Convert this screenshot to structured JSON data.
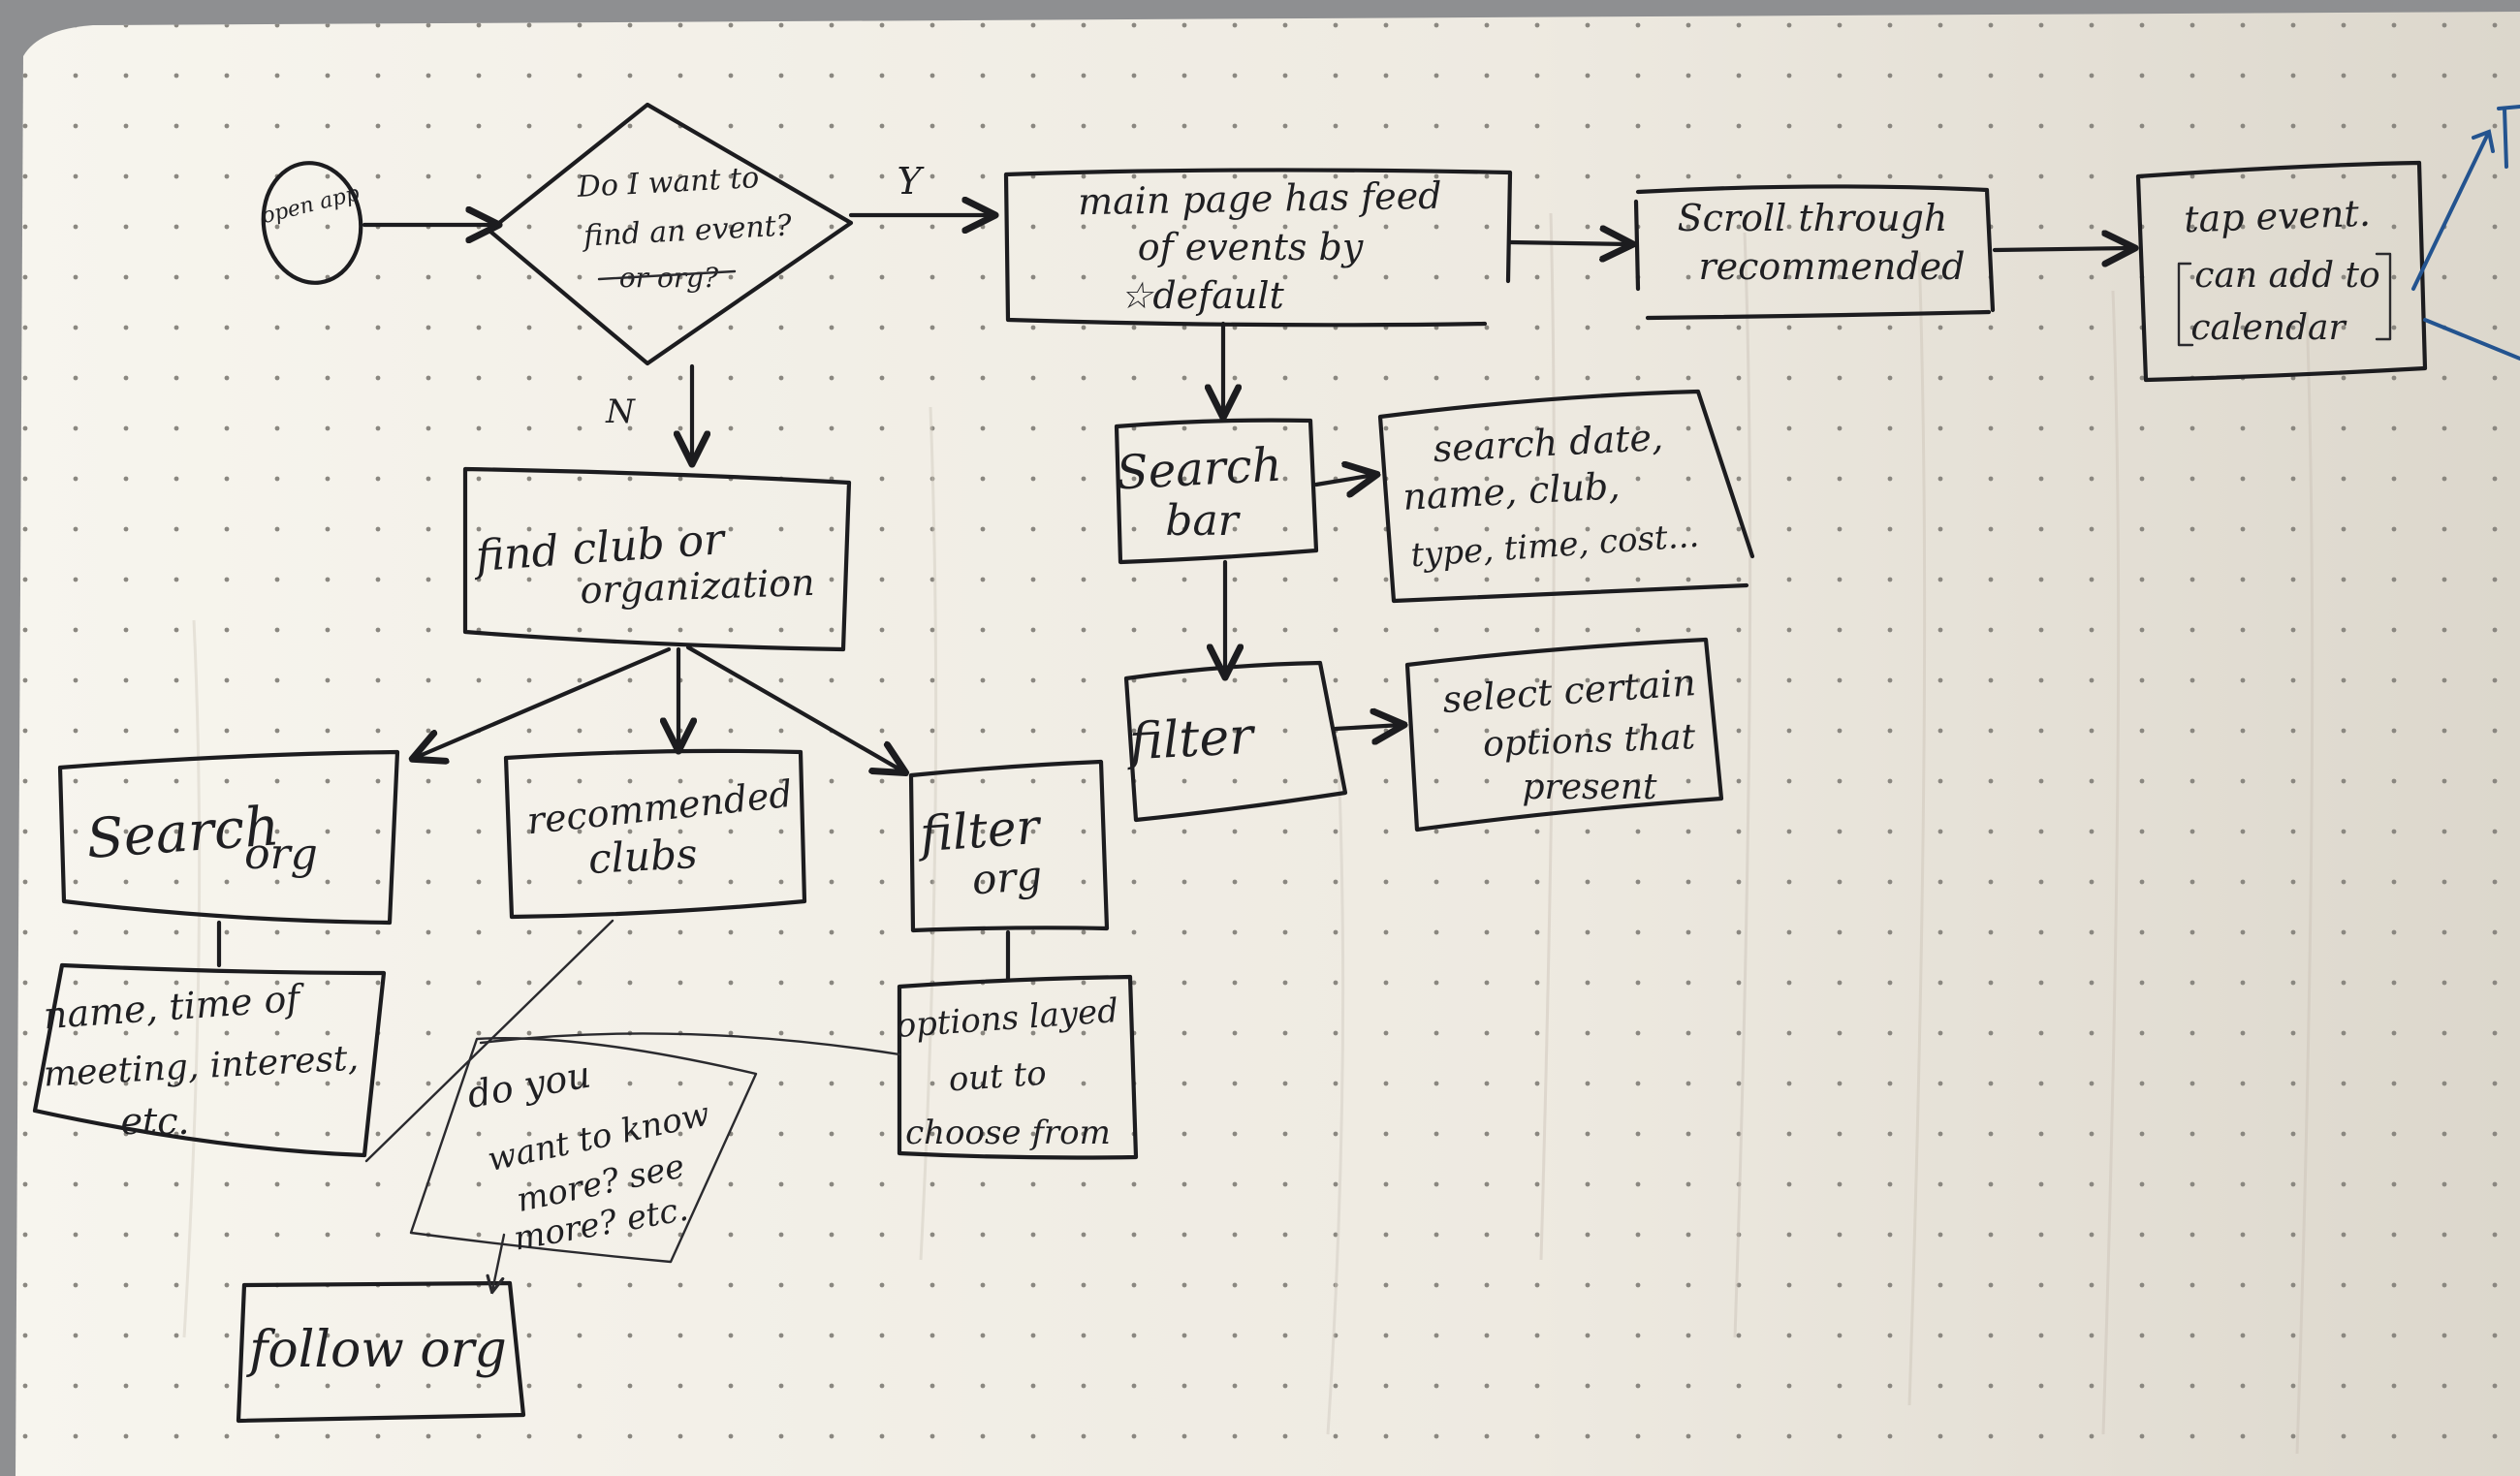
{
  "nodes": {
    "open_app": "open app",
    "decision": {
      "line1": "Do I want to",
      "line2": "find an event?",
      "struck": "or org?"
    },
    "main_page": {
      "line1": "main page has feed",
      "line2": "of events by",
      "line3": "☆default"
    },
    "scroll": {
      "line1": "Scroll through",
      "line2": "recommended"
    },
    "tap_event": {
      "line1": "tap event.",
      "line2": "can add to",
      "line3": "calendar"
    },
    "search_bar": {
      "line1": "Search",
      "line2": "bar"
    },
    "search_criteria": {
      "line1": "search date,",
      "line2": "name, club,",
      "line3": "type, time, cost..."
    },
    "filter": "filter",
    "select_options": {
      "line1": "select certain",
      "line2": "options that",
      "line3": "present"
    },
    "find_club": {
      "line1": "find club or",
      "line2": "organization"
    },
    "search_org": {
      "line1": "Search",
      "line2": "org"
    },
    "recommended_clubs": {
      "line1": "recommended",
      "line2": "clubs"
    },
    "filter_org": {
      "line1": "filter",
      "line2": "org"
    },
    "name_time": {
      "line1": "name, time of",
      "line2": "meeting, interest,",
      "line3": "etc."
    },
    "options_layed": {
      "line1": "options layed",
      "line2": "out to",
      "line3": "choose from"
    },
    "do_you_want": {
      "line1": "do you",
      "line2": "want to know",
      "line3": "more? see",
      "line4": "more? etc."
    },
    "follow_org": "follow org"
  },
  "edge_labels": {
    "yes": "Y",
    "no": "N"
  },
  "colors": {
    "paper": "#f5f3ec",
    "ink": "#1c1c1f",
    "blue_ink": "#23538f"
  }
}
